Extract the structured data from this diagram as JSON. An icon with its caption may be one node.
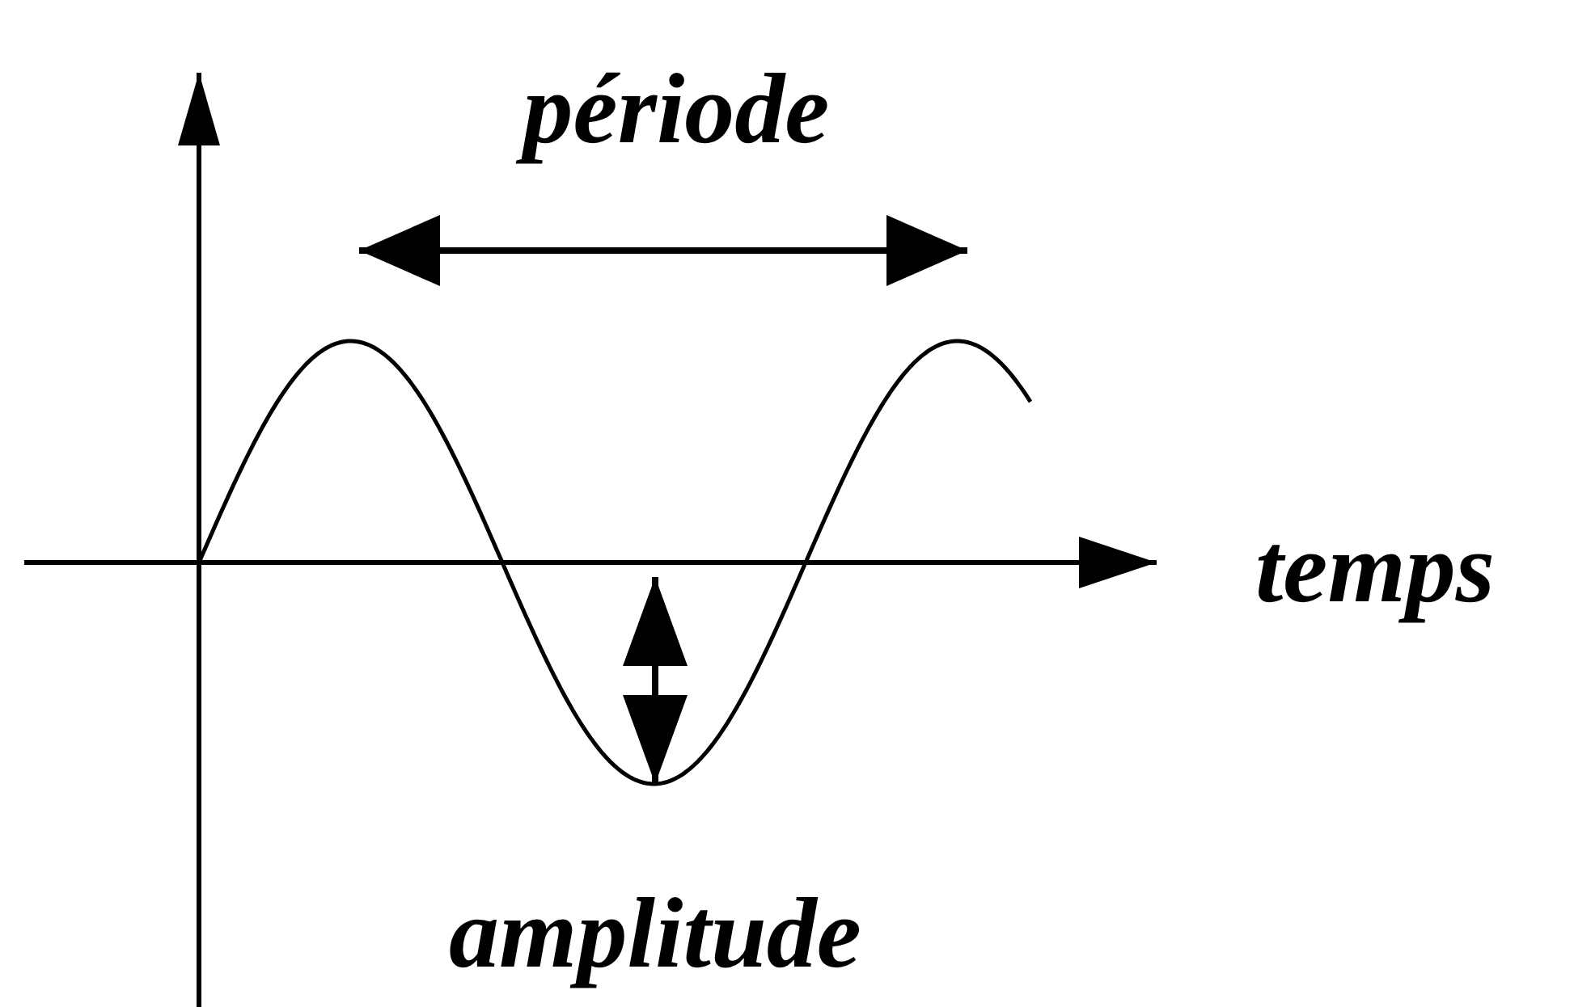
{
  "diagram": {
    "labels": [
      "période",
      "temps",
      "amplitude"
    ]
  }
}
